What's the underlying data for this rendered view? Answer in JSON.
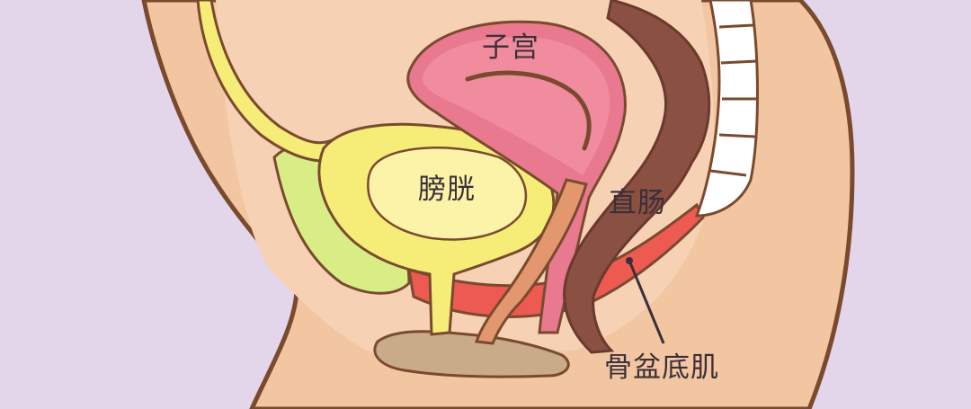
{
  "labels": {
    "uterus": "子宫",
    "bladder": "膀胱",
    "rectum": "直肠",
    "pelvic_floor": "骨盆底肌"
  },
  "colors": {
    "background": "#e4d6ea",
    "skin": "#f1c6a0",
    "outline": "#7a4a2e",
    "uterus": "#e8798e",
    "bladder": "#f6ec78",
    "rectum": "#8a5042",
    "pelvic_floor": "#ec5a52",
    "pubic_fat": "#d8ed86",
    "spine": "#ffffff"
  }
}
